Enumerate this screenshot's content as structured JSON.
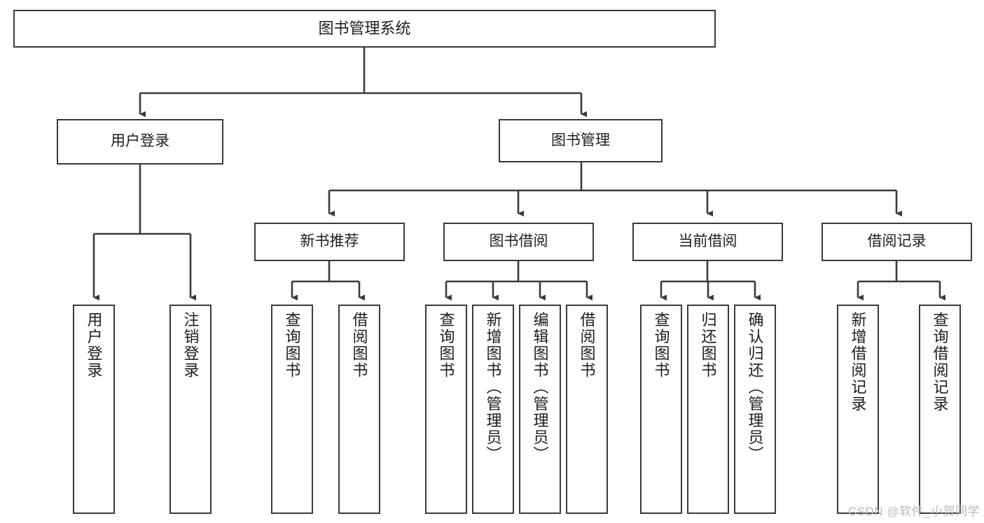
{
  "diagram": {
    "title": "图书管理系统",
    "type": "tree-hierarchy-chart",
    "watermark": "CSDN @软件_小贺同学",
    "stroke_color": "#3a3a3a",
    "fill_color": "#ffffff",
    "text_color": "#1d1d1d",
    "nodes": {
      "root": {
        "label": "图书管理系统"
      },
      "level2": [
        {
          "id": "user-login",
          "label": "用户登录"
        },
        {
          "id": "book-management",
          "label": "图书管理"
        }
      ],
      "level3": [
        {
          "id": "new-book-recommend",
          "label": "新书推荐"
        },
        {
          "id": "book-borrow",
          "label": "图书借阅"
        },
        {
          "id": "current-borrow",
          "label": "当前借阅"
        },
        {
          "id": "borrow-record",
          "label": "借阅记录"
        }
      ],
      "leaves": {
        "user_login": [
          {
            "id": "leaf-user-login",
            "label": "用户登录"
          },
          {
            "id": "leaf-logout-login",
            "label": "注销登录"
          }
        ],
        "new_book_recommend": [
          {
            "id": "leaf-query-book-1",
            "label": "查询图书"
          },
          {
            "id": "leaf-borrow-book-1",
            "label": "借阅图书"
          }
        ],
        "book_borrow": [
          {
            "id": "leaf-query-book-2",
            "label": "查询图书"
          },
          {
            "id": "leaf-add-book",
            "label": "新增图书（管理员）"
          },
          {
            "id": "leaf-edit-book",
            "label": "编辑图书（管理员）"
          },
          {
            "id": "leaf-borrow-book-2",
            "label": "借阅图书"
          }
        ],
        "current_borrow": [
          {
            "id": "leaf-query-book-3",
            "label": "查询图书"
          },
          {
            "id": "leaf-return-book",
            "label": "归还图书"
          },
          {
            "id": "leaf-confirm-return",
            "label": "确认归还（管理员）"
          }
        ],
        "borrow_record": [
          {
            "id": "leaf-add-borrow-record",
            "label": "新增借阅记录"
          },
          {
            "id": "leaf-query-borrow-record",
            "label": "查询借阅记录"
          }
        ]
      }
    }
  }
}
